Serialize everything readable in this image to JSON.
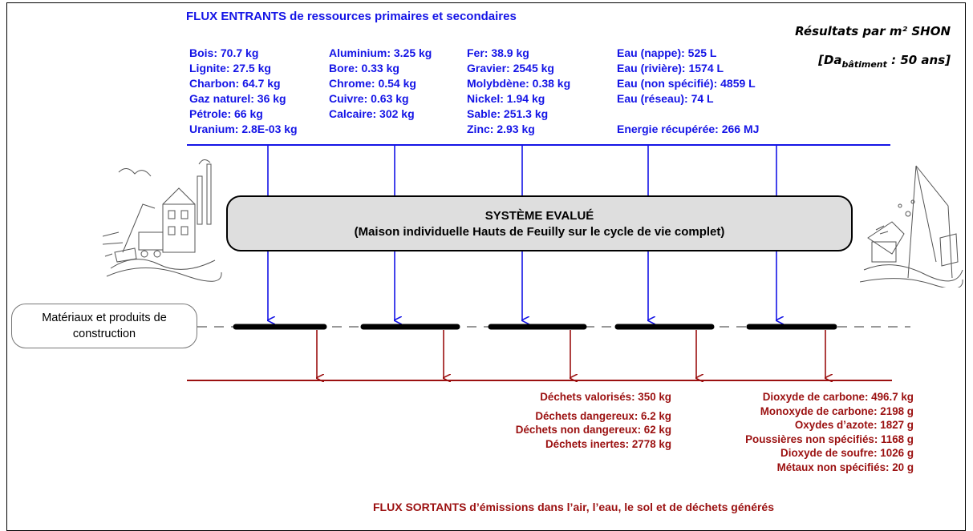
{
  "inputs": {
    "title": "FLUX ENTRANTS de ressources primaires et secondaires",
    "col1": [
      "Bois: 70.7 kg",
      "Lignite: 27.5 kg",
      "Charbon: 64.7 kg",
      "Gaz naturel: 36 kg",
      "Pétrole: 66 kg",
      "Uranium: 2.8E-03 kg"
    ],
    "col2": [
      "Aluminium: 3.25 kg",
      "Bore: 0.33 kg",
      "Chrome: 0.54 kg",
      "Cuivre: 0.63 kg",
      "Calcaire: 302 kg"
    ],
    "col3": [
      "Fer: 38.9 kg",
      "Gravier: 2545 kg",
      "Molybdène: 0.38 kg",
      "Nickel: 1.94 kg",
      "Sable: 251.3 kg",
      "Zinc: 2.93 kg"
    ],
    "col4": [
      "Eau (nappe): 525 L",
      "Eau (rivière): 1574 L",
      "Eau (non spécifié): 4859 L",
      "Eau (réseau): 74 L"
    ],
    "energy": "Energie récupérée: 266 MJ"
  },
  "results": {
    "line1": "Résultats par m² SHON",
    "line2_prefix": "[Da",
    "line2_sub": "bâtiment",
    "line2_suffix": " : 50 ans]"
  },
  "system": {
    "title": "SYSTÈME EVALUÉ",
    "subtitle": "(Maison individuelle Hauts de Feuilly sur le cycle de vie complet)"
  },
  "materials": {
    "line1": "Matériaux et produits de",
    "line2": "construction"
  },
  "outputs": {
    "waste": [
      "Déchets valorisés: 350 kg",
      "",
      "Déchets dangereux: 6.2 kg",
      "Déchets non dangereux: 62 kg",
      "Déchets inertes: 2778 kg"
    ],
    "emissions": [
      "Dioxyde de carbone: 496.7 kg",
      "Monoxyde de carbone: 2198 g",
      "Oxydes d’azote: 1827 g",
      "Poussières non spécifiés: 1168 g",
      "Dioxyde de soufre: 1026 g",
      "Métaux non spécifiés: 20 g"
    ],
    "title": "FLUX SORTANTS d’émissions dans l’air, l’eau, le sol et de déchets générés"
  },
  "colors": {
    "input": "#1414e6",
    "output": "#9b1010",
    "system_fill": "#dedede"
  },
  "icons": {
    "left": "construction-illustration",
    "right": "demolition-illustration"
  }
}
